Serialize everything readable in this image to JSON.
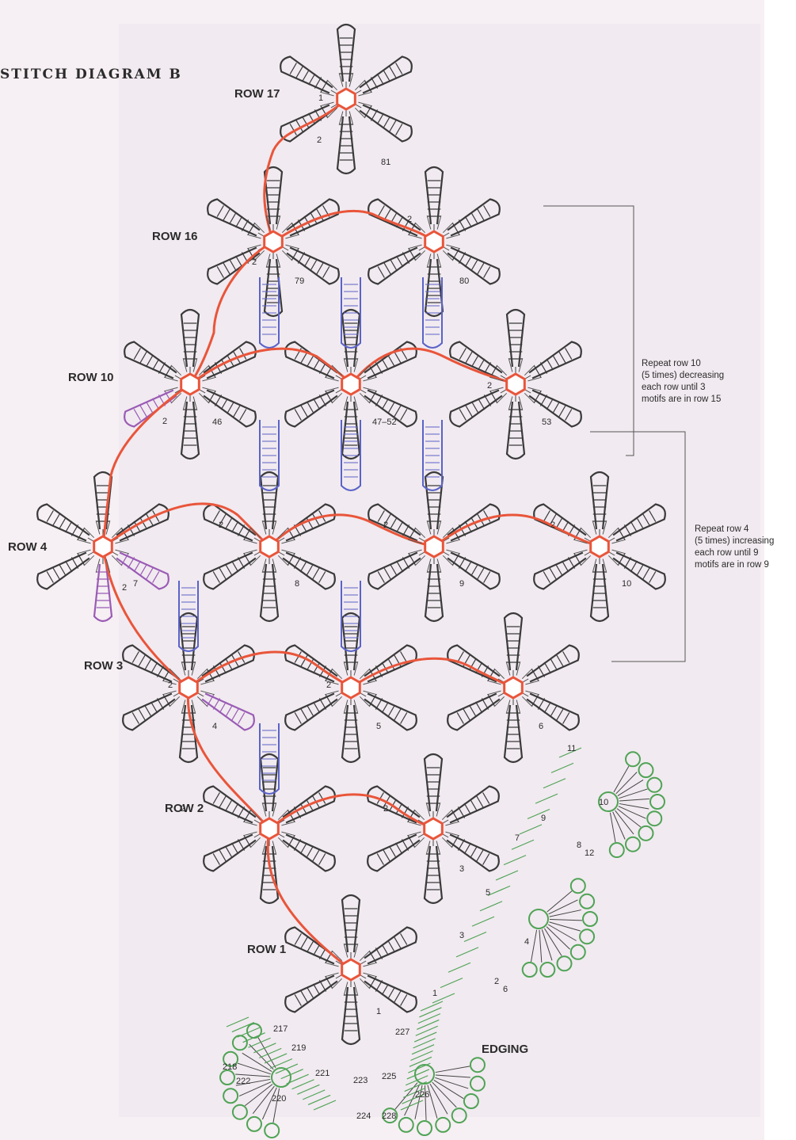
{
  "title": "STITCH DIAGRAM B",
  "row_labels": [
    "ROW 17",
    "ROW 16",
    "ROW 10",
    "ROW 4",
    "ROW 3",
    "ROW 2",
    "ROW 1",
    "EDGING"
  ],
  "notes": {
    "repeat_row_10": "Repeat row 10\n(5 times) decreasing\neach row until 3\nmotifs are in row 15",
    "repeat_row_4": "Repeat row 4\n(5 times) increasing\neach row until 9\nmotifs are in row 9"
  },
  "motif_numbers": [
    "81",
    "79",
    "80",
    "46",
    "47–52",
    "53",
    "7",
    "8",
    "9",
    "10",
    "4",
    "5",
    "6",
    "3",
    "1"
  ],
  "stitch_numbers": [
    "1",
    "2",
    "2",
    "2",
    "2",
    "2",
    "2",
    "2",
    "2",
    "2",
    "2",
    "2",
    "2",
    "2"
  ],
  "edging_numbers": [
    "11",
    "9",
    "10",
    "8",
    "12",
    "7",
    "5",
    "3",
    "4",
    "2",
    "6",
    "1",
    "217",
    "219",
    "218",
    "222",
    "221",
    "223",
    "225",
    "227",
    "220",
    "226",
    "224",
    "228"
  ],
  "colors": {
    "join": "#e9553a",
    "stitch": "#3a3a3a",
    "purple": "#9a5bb5",
    "blue": "#5a63c8",
    "green": "#4fa355",
    "ghost_page": "#ece6ec"
  }
}
